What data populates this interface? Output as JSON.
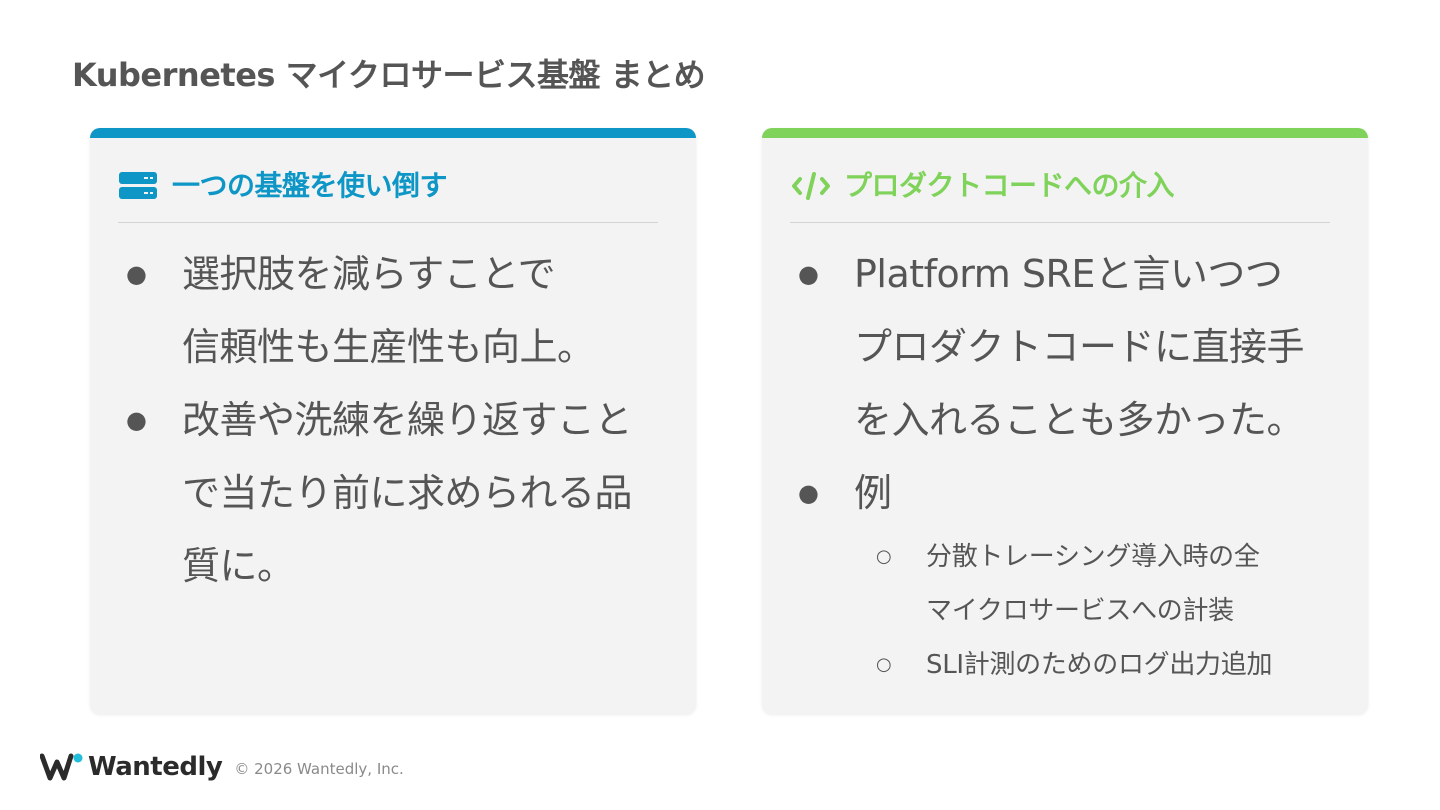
{
  "slide": {
    "title": "Kubernetes マイクロサービス基盤 まとめ"
  },
  "left_card": {
    "icon": "server-icon",
    "heading": "一つの基盤を使い倒す",
    "accent_color": "#0d96c6",
    "bullets": [
      {
        "lines": [
          "選択肢を減らすことで",
          "信頼性も生産性も向上。"
        ]
      },
      {
        "lines": [
          "改善や洗練を繰り返すこと",
          "で当たり前に求められる品",
          "質に。"
        ]
      }
    ]
  },
  "right_card": {
    "icon": "code-icon",
    "heading": "プロダクトコードへの介入",
    "accent_color": "#7fd35a",
    "bullets": [
      {
        "lines": [
          "Platform SREと言いつつ",
          "プロダクトコードに直接手",
          "を入れることも多かった。"
        ]
      },
      {
        "lines": [
          "例"
        ]
      }
    ],
    "sub_bullets": [
      {
        "lines": [
          "分散トレーシング導入時の全",
          "マイクロサービスへの計装"
        ]
      },
      {
        "lines": [
          "SLI計測のためのログ出力追加"
        ]
      }
    ]
  },
  "footer": {
    "logo_text": "Wantedly",
    "copyright": "© 2026 Wantedly, Inc."
  },
  "markers": {
    "bullet": "●",
    "sub_bullet": "○"
  }
}
